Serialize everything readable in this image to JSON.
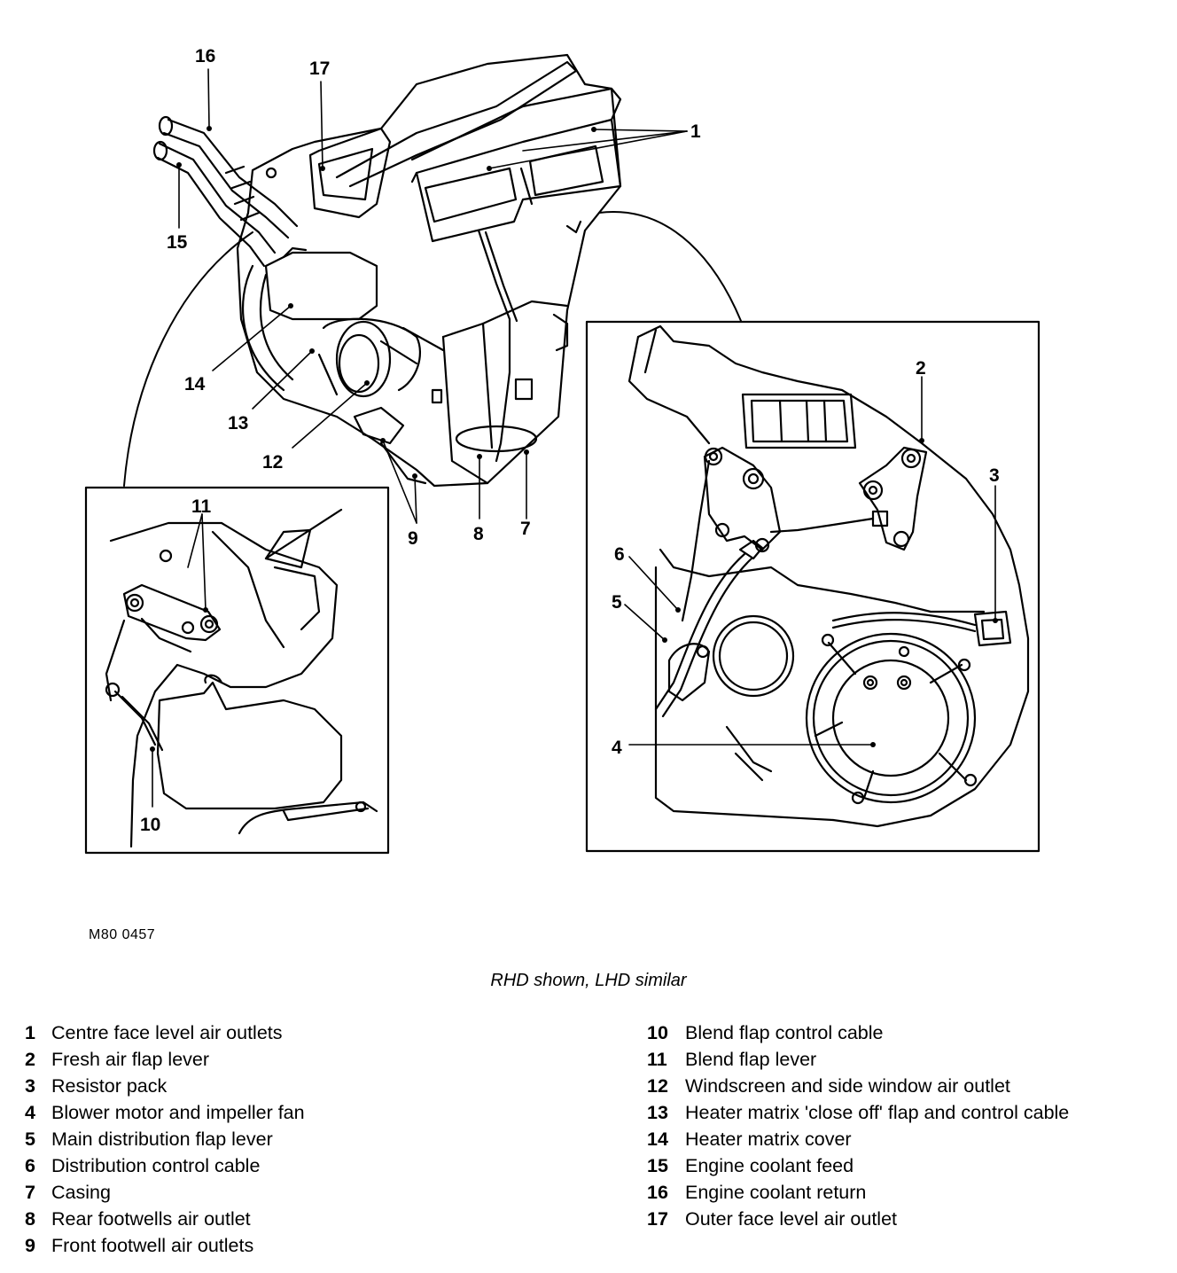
{
  "diagram": {
    "callouts": [
      "1",
      "2",
      "3",
      "4",
      "5",
      "6",
      "7",
      "8",
      "9",
      "10",
      "11",
      "12",
      "13",
      "14",
      "15",
      "16",
      "17"
    ],
    "icons": [
      "heater-assembly",
      "fresh-air-flap-detail",
      "blend-flap-detail"
    ]
  },
  "reference": "M80 0457",
  "caption": "RHD shown, LHD similar",
  "legend_left": [
    {
      "num": "1",
      "label": "Centre face level air outlets"
    },
    {
      "num": "2",
      "label": "Fresh air flap lever"
    },
    {
      "num": "3",
      "label": "Resistor pack"
    },
    {
      "num": "4",
      "label": "Blower motor and impeller fan"
    },
    {
      "num": "5",
      "label": "Main distribution flap lever"
    },
    {
      "num": "6",
      "label": "Distribution control cable"
    },
    {
      "num": "7",
      "label": "Casing"
    },
    {
      "num": "8",
      "label": "Rear footwells air outlet"
    },
    {
      "num": "9",
      "label": "Front footwell air outlets"
    }
  ],
  "legend_right": [
    {
      "num": "10",
      "label": "Blend flap control cable"
    },
    {
      "num": "11",
      "label": "Blend flap lever"
    },
    {
      "num": "12",
      "label": "Windscreen and side window air outlet"
    },
    {
      "num": "13",
      "label": "Heater matrix 'close off' flap and control cable"
    },
    {
      "num": "14",
      "label": "Heater matrix cover"
    },
    {
      "num": "15",
      "label": "Engine coolant feed"
    },
    {
      "num": "16",
      "label": "Engine coolant return"
    },
    {
      "num": "17",
      "label": "Outer face level air outlet"
    }
  ]
}
